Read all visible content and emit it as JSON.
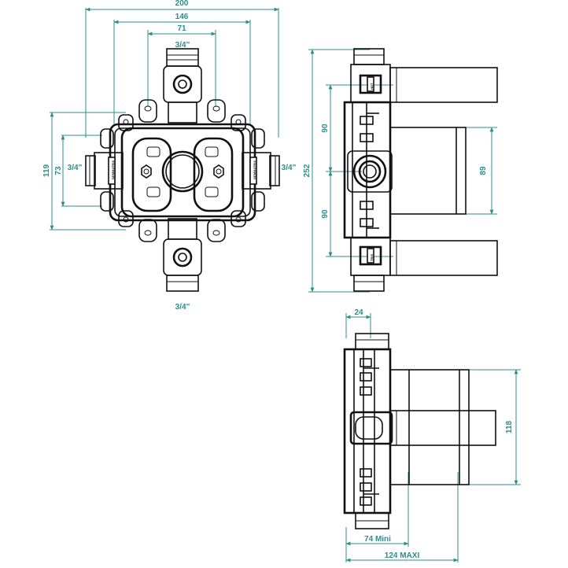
{
  "front_view": {
    "dim_width_total": "200",
    "dim_width_mid": "146",
    "dim_width_inner": "71",
    "dim_height_total": "119",
    "dim_height_inner": "73",
    "label_top_port": "3/4\"",
    "label_bottom_port": "3/4\"",
    "label_left_port": "3/4\"",
    "label_right_port": "3/4\""
  },
  "side_view": {
    "dim_height_total": "252",
    "dim_upper": "90",
    "dim_lower": "90",
    "dim_body": "89",
    "valve_text_top": "HOT",
    "valve_text_bottom": "TRIS"
  },
  "bottom_view": {
    "dim_depth": "24",
    "dim_height": "118",
    "dim_min": "74 Mini",
    "dim_max": "124 MAXI"
  },
  "colors": {
    "dimension": "#2e8c8c",
    "line": "#111111"
  }
}
